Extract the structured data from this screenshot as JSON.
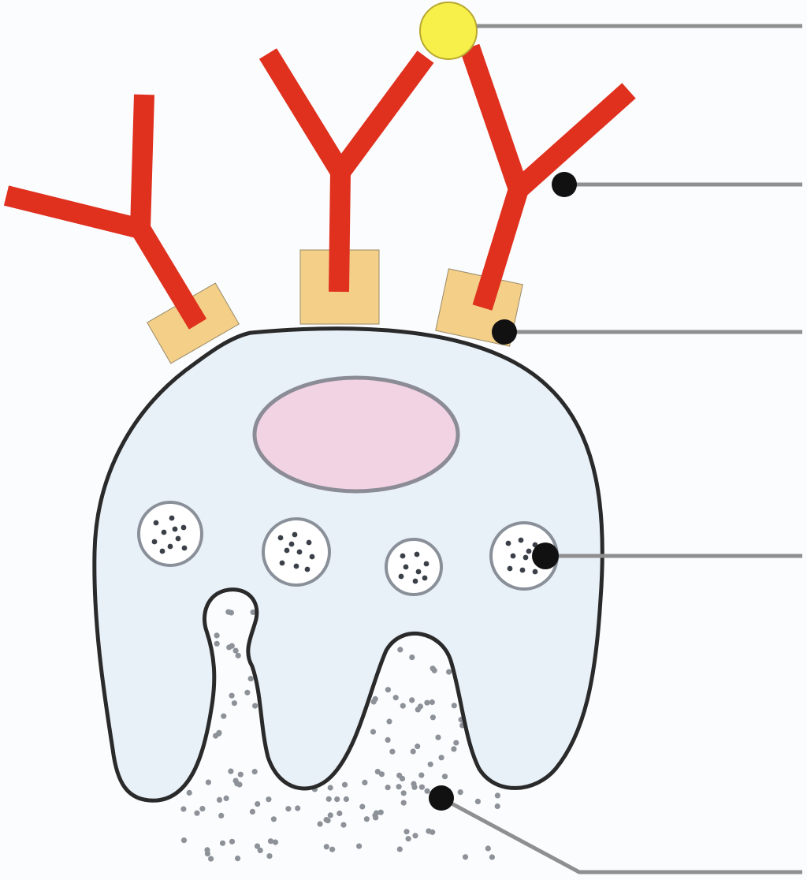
{
  "diagram": {
    "colors": {
      "background": "#fbfcfe",
      "antibody": "#e0301e",
      "receptor": "#f3cf88",
      "cell_fill": "#e8f0f8",
      "cell_outline": "#2a2a2a",
      "nucleus": "#f2d3e4",
      "nucleus_outline": "#8c8c96",
      "granule_fill": "#ffffff",
      "granule_outline": "#8a9099",
      "granule_dot": "#3a3f48",
      "released_dot": "#8d9299",
      "antigen": "#f7f04a",
      "pointer_dot": "#111111",
      "leader_line": "#8f8f8f"
    },
    "parts": [
      {
        "id": "antigen",
        "icon": "antigen-circle",
        "label": ""
      },
      {
        "id": "antibody",
        "icon": "y-shaped-antibody",
        "label": ""
      },
      {
        "id": "receptor",
        "icon": "receptor-block",
        "label": ""
      },
      {
        "id": "granule",
        "icon": "granule-vesicle",
        "label": ""
      },
      {
        "id": "released-mediators",
        "icon": "dot-cloud",
        "label": ""
      }
    ],
    "antibody_count": 3,
    "receptor_count": 3,
    "granule_count": 4,
    "leader_count": 5
  }
}
